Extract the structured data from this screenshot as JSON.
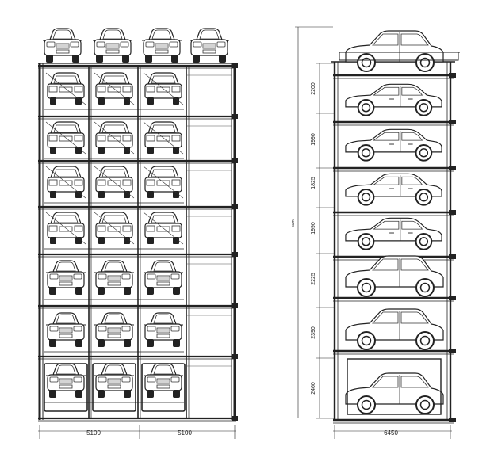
{
  "front_view": {
    "width_dimensions": [
      "5100",
      "5100"
    ]
  },
  "side_view": {
    "depth_dimension": "6450",
    "level_heights": [
      "2200",
      "1990",
      "1825",
      "1990",
      "2225",
      "2390",
      "2460"
    ],
    "total_height_label": "sum"
  }
}
